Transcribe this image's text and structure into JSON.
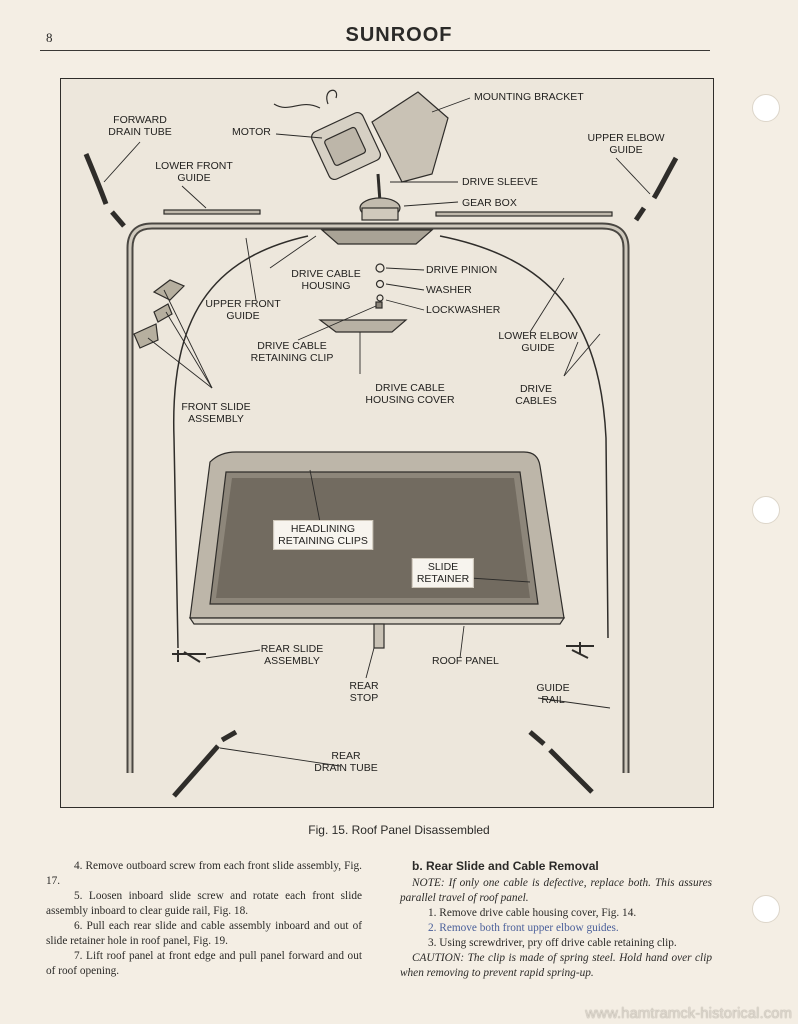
{
  "header": {
    "page_number": "8",
    "title": "SUNROOF"
  },
  "figure": {
    "caption": "Fig. 15. Roof Panel Disassembled",
    "labels": {
      "mounting_bracket": "MOUNTING BRACKET",
      "forward_drain_tube": "FORWARD\nDRAIN TUBE",
      "motor": "MOTOR",
      "upper_elbow_guide": "UPPER ELBOW\nGUIDE",
      "lower_front_guide": "LOWER FRONT\nGUIDE",
      "drive_sleeve": "DRIVE SLEEVE",
      "gear_box": "GEAR BOX",
      "drive_pinion": "DRIVE PINION",
      "drive_cable_housing": "DRIVE CABLE\nHOUSING",
      "washer": "WASHER",
      "upper_front_guide": "UPPER FRONT\nGUIDE",
      "lockwasher": "LOCKWASHER",
      "drive_cable_retaining_clip": "DRIVE CABLE\nRETAINING CLIP",
      "lower_elbow_guide": "LOWER ELBOW\nGUIDE",
      "front_slide_assembly": "FRONT SLIDE\nASSEMBLY",
      "drive_cable_housing_cover": "DRIVE CABLE\nHOUSING COVER",
      "drive_cables": "DRIVE\nCABLES",
      "headlining_retaining_clips": "HEADLINING\nRETAINING CLIPS",
      "slide_retainer": "SLIDE\nRETAINER",
      "rear_slide_assembly": "REAR SLIDE\nASSEMBLY",
      "roof_panel": "ROOF PANEL",
      "rear_stop": "REAR\nSTOP",
      "guide_rail": "GUIDE\nRAIL",
      "rear_drain_tube": "REAR\nDRAIN TUBE"
    }
  },
  "left_column": {
    "steps": [
      "4. Remove outboard screw from each front slide assembly, Fig. 17.",
      "5. Loosen inboard slide screw and rotate each front slide assembly inboard to clear guide rail, Fig. 18.",
      "6. Pull each rear slide and cable assembly inboard and out of slide retainer hole in roof panel, Fig. 19.",
      "7. Lift roof panel at front edge and pull panel forward and out of roof opening."
    ]
  },
  "right_column": {
    "heading": "b. Rear Slide and Cable Removal",
    "note": "NOTE: If only one cable is defective, replace both. This assures parallel travel of roof panel.",
    "steps": [
      "1. Remove drive cable housing cover, Fig. 14.",
      "2. Remove both front upper elbow guides.",
      "3. Using screwdriver, pry off drive cable retaining clip."
    ],
    "caution": "CAUTION: The clip is made of spring steel. Hold hand over clip when removing to prevent rapid spring-up."
  },
  "watermark": "www.hamtramck-historical.com",
  "colors": {
    "paper": "#f4eee4",
    "ink": "#2b2a28",
    "highlight_blue": "#4a5f9a"
  }
}
